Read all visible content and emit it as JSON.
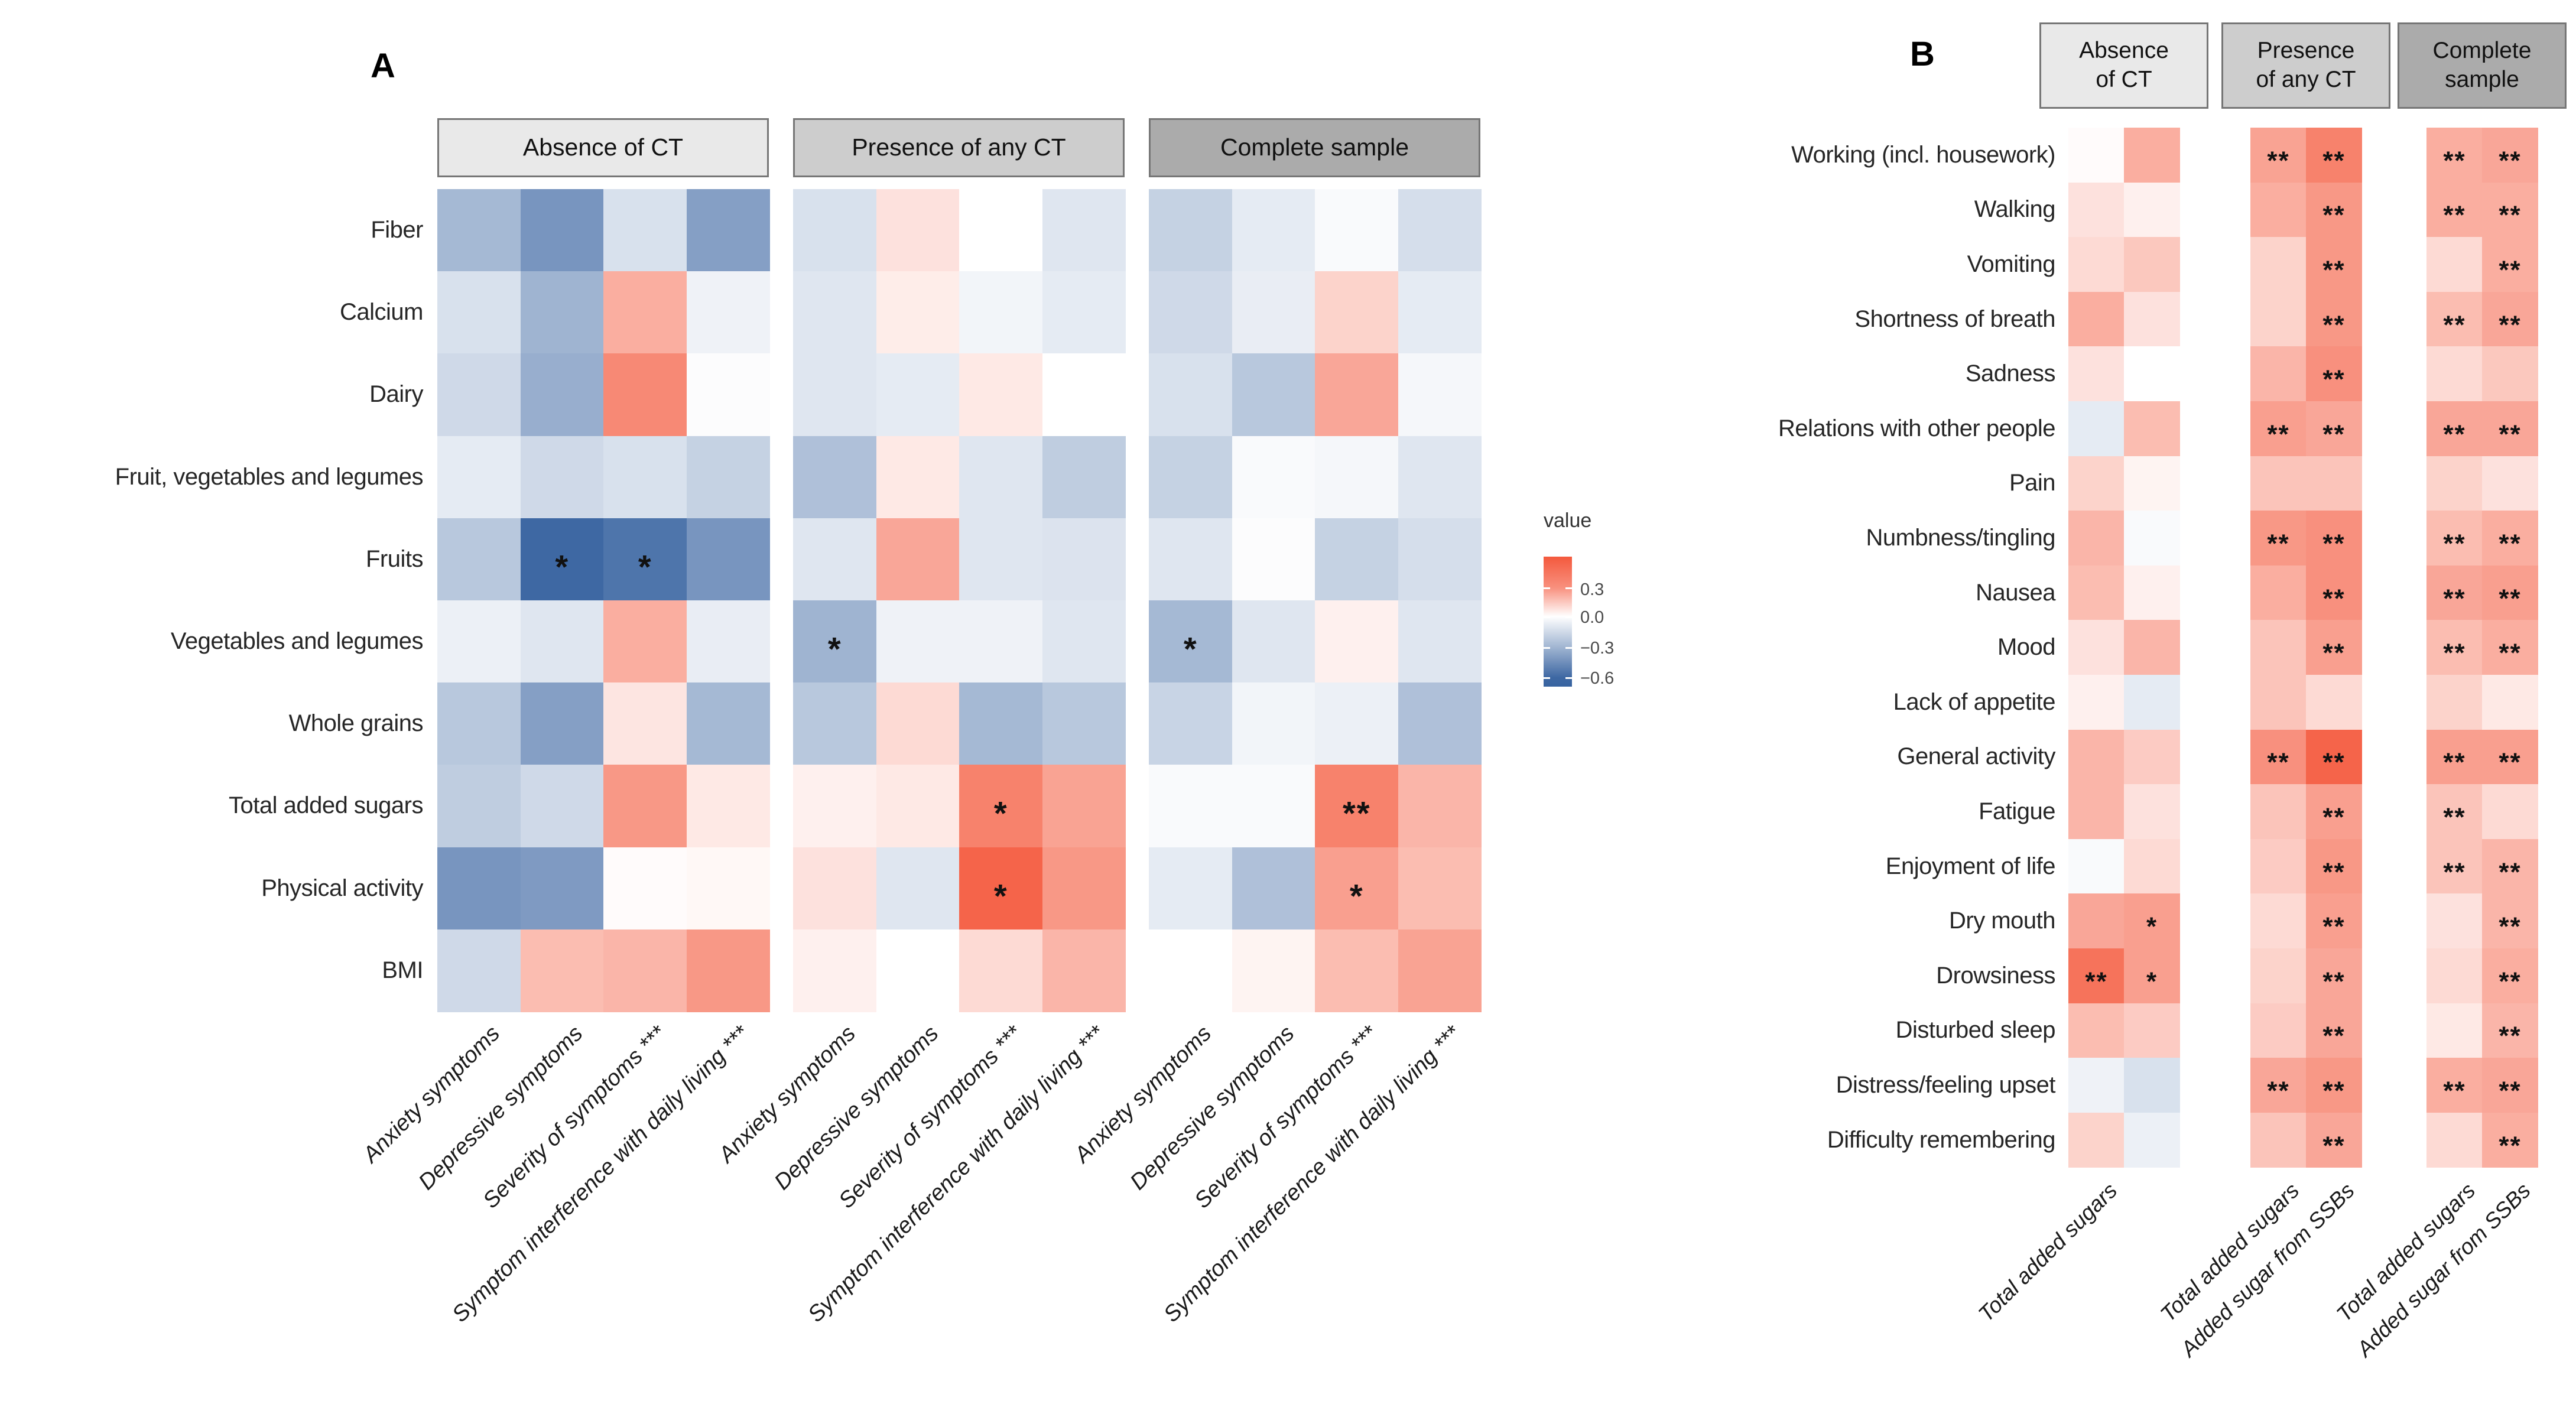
{
  "page": {
    "background": "#ffffff"
  },
  "legend": {
    "title": "value",
    "ticks": [
      "0.3",
      "0.0",
      "−0.3",
      "−0.6"
    ]
  },
  "chart_data": [
    {
      "id": "A",
      "type": "heatmap",
      "panel_label": "A",
      "grid": "off",
      "legend_position": "right-of-panel",
      "color_scale": {
        "positive_max": "#f4593d",
        "zero": "#ffffff",
        "negative_max": "#3863a0",
        "domain": [
          -0.62,
          0.45
        ],
        "legend_ticks": [
          0.3,
          0.0,
          -0.3,
          -0.6
        ]
      },
      "rows": [
        "Fiber",
        "Calcium",
        "Dairy",
        "Fruit, vegetables and legumes",
        "Fruits",
        "Vegetables and legumes",
        "Whole grains",
        "Total added sugars",
        "Physical activity",
        "BMI"
      ],
      "column_labels": [
        {
          "col": 0,
          "label": "Anxiety symptoms"
        },
        {
          "col": 1,
          "label": "Depressive symptoms"
        },
        {
          "col": 2,
          "label": "Severity of symptoms ***"
        },
        {
          "col": 3,
          "label": "Symptom interference with daily living ***"
        }
      ],
      "facets": [
        {
          "label": "Absence of CT",
          "strip_fill": "#e9e9e9",
          "matrix": [
            [
              -0.28,
              -0.42,
              -0.12,
              -0.38
            ],
            [
              -0.12,
              -0.3,
              0.22,
              -0.05
            ],
            [
              -0.15,
              -0.32,
              0.32,
              -0.01
            ],
            [
              -0.08,
              -0.15,
              -0.12,
              -0.18
            ],
            [
              -0.22,
              -0.6,
              -0.55,
              -0.42
            ],
            [
              -0.06,
              -0.1,
              0.22,
              -0.07
            ],
            [
              -0.22,
              -0.38,
              0.07,
              -0.28
            ],
            [
              -0.2,
              -0.15,
              0.28,
              0.06
            ],
            [
              -0.42,
              -0.4,
              0.01,
              0.02
            ],
            [
              -0.15,
              0.18,
              0.2,
              0.28
            ]
          ],
          "stars": [
            [
              "",
              "",
              "",
              ""
            ],
            [
              "",
              "",
              "",
              ""
            ],
            [
              "",
              "",
              "",
              ""
            ],
            [
              "",
              "",
              "",
              ""
            ],
            [
              "",
              "*",
              "*",
              ""
            ],
            [
              "",
              "",
              "",
              ""
            ],
            [
              "",
              "",
              "",
              ""
            ],
            [
              "",
              "",
              "",
              ""
            ],
            [
              "",
              "",
              "",
              ""
            ],
            [
              "",
              "",
              "",
              ""
            ]
          ]
        },
        {
          "label": "Presence of any CT",
          "strip_fill": "#cdcdcd",
          "matrix": [
            [
              -0.12,
              0.08,
              0.0,
              -0.1
            ],
            [
              -0.1,
              0.05,
              -0.04,
              -0.08
            ],
            [
              -0.1,
              -0.08,
              0.06,
              0.0
            ],
            [
              -0.25,
              0.06,
              -0.1,
              -0.2
            ],
            [
              -0.1,
              0.24,
              -0.1,
              -0.11
            ],
            [
              -0.3,
              -0.05,
              -0.05,
              -0.1
            ],
            [
              -0.22,
              0.1,
              -0.28,
              -0.22
            ],
            [
              0.04,
              0.06,
              0.34,
              0.25
            ],
            [
              0.08,
              -0.1,
              0.42,
              0.28
            ],
            [
              0.04,
              0.0,
              0.1,
              0.2
            ]
          ],
          "stars": [
            [
              "",
              "",
              "",
              ""
            ],
            [
              "",
              "",
              "",
              ""
            ],
            [
              "",
              "",
              "",
              ""
            ],
            [
              "",
              "",
              "",
              ""
            ],
            [
              "",
              "",
              "",
              ""
            ],
            [
              "*",
              "",
              "",
              ""
            ],
            [
              "",
              "",
              "",
              ""
            ],
            [
              "",
              "",
              "*",
              ""
            ],
            [
              "",
              "",
              "*",
              ""
            ],
            [
              "",
              "",
              "",
              ""
            ]
          ]
        },
        {
          "label": "Complete sample",
          "strip_fill": "#ababab",
          "matrix": [
            [
              -0.18,
              -0.08,
              -0.02,
              -0.13
            ],
            [
              -0.15,
              -0.07,
              0.12,
              -0.08
            ],
            [
              -0.12,
              -0.22,
              0.24,
              -0.03
            ],
            [
              -0.18,
              -0.02,
              -0.03,
              -0.1
            ],
            [
              -0.1,
              -0.01,
              -0.18,
              -0.13
            ],
            [
              -0.28,
              -0.1,
              0.04,
              -0.1
            ],
            [
              -0.17,
              -0.04,
              -0.06,
              -0.25
            ],
            [
              -0.02,
              -0.02,
              0.34,
              0.2
            ],
            [
              -0.08,
              -0.25,
              0.26,
              0.18
            ],
            [
              0.0,
              0.03,
              0.18,
              0.25
            ]
          ],
          "stars": [
            [
              "",
              "",
              "",
              ""
            ],
            [
              "",
              "",
              "",
              ""
            ],
            [
              "",
              "",
              "",
              ""
            ],
            [
              "",
              "",
              "",
              ""
            ],
            [
              "",
              "",
              "",
              ""
            ],
            [
              "*",
              "",
              "",
              ""
            ],
            [
              "",
              "",
              "",
              ""
            ],
            [
              "",
              "",
              "**",
              ""
            ],
            [
              "",
              "",
              "*",
              ""
            ],
            [
              "",
              "",
              "",
              ""
            ]
          ]
        }
      ]
    },
    {
      "id": "B",
      "type": "heatmap",
      "panel_label": "B",
      "grid": "off",
      "color_scale": {
        "positive_max": "#f4593d",
        "zero": "#ffffff",
        "negative_max": "#3863a0",
        "domain": [
          -0.62,
          0.45
        ]
      },
      "rows": [
        "Working (incl. housework)",
        "Walking",
        "Vomiting",
        "Shortness of breath",
        "Sadness",
        "Relations with other people",
        "Pain",
        "Numbness/tingling",
        "Nausea",
        "Mood",
        "Lack of appetite",
        "General activity",
        "Fatigue",
        "Enjoyment of life",
        "Dry mouth",
        "Drowsiness",
        "Disturbed sleep",
        "Distress/feeling upset",
        "Difficulty remembering"
      ],
      "facets": [
        {
          "label": "Absence\nof CT",
          "strip_fill": "#e9e9e9",
          "column_labels": [
            {
              "col": 0,
              "label": "Total added sugars"
            }
          ],
          "matrix": [
            [
              0.01,
              0.22
            ],
            [
              0.08,
              0.04
            ],
            [
              0.1,
              0.15
            ],
            [
              0.22,
              0.08
            ],
            [
              0.08,
              0.0
            ],
            [
              -0.08,
              0.18
            ],
            [
              0.12,
              0.03
            ],
            [
              0.2,
              -0.02
            ],
            [
              0.18,
              0.04
            ],
            [
              0.08,
              0.2
            ],
            [
              0.04,
              -0.08
            ],
            [
              0.2,
              0.14
            ],
            [
              0.2,
              0.08
            ],
            [
              -0.02,
              0.1
            ],
            [
              0.24,
              0.26
            ],
            [
              0.38,
              0.26
            ],
            [
              0.18,
              0.14
            ],
            [
              -0.05,
              -0.12
            ],
            [
              0.12,
              -0.06
            ]
          ],
          "stars": [
            [
              "",
              ""
            ],
            [
              "",
              ""
            ],
            [
              "",
              ""
            ],
            [
              "",
              ""
            ],
            [
              "",
              ""
            ],
            [
              "",
              ""
            ],
            [
              "",
              ""
            ],
            [
              "",
              ""
            ],
            [
              "",
              ""
            ],
            [
              "",
              ""
            ],
            [
              "",
              ""
            ],
            [
              "",
              ""
            ],
            [
              "",
              ""
            ],
            [
              "",
              ""
            ],
            [
              "",
              "*"
            ],
            [
              "**",
              "*"
            ],
            [
              "",
              ""
            ],
            [
              "",
              ""
            ],
            [
              "",
              ""
            ]
          ]
        },
        {
          "label": "Presence\nof any CT",
          "strip_fill": "#cdcdcd",
          "column_labels": [
            {
              "col": 0,
              "label": "Total added sugars"
            },
            {
              "col": 1,
              "label": "Added sugar from SSBs"
            }
          ],
          "matrix": [
            [
              0.25,
              0.34
            ],
            [
              0.22,
              0.28
            ],
            [
              0.12,
              0.28
            ],
            [
              0.12,
              0.28
            ],
            [
              0.2,
              0.3
            ],
            [
              0.26,
              0.24
            ],
            [
              0.16,
              0.16
            ],
            [
              0.28,
              0.3
            ],
            [
              0.22,
              0.3
            ],
            [
              0.16,
              0.26
            ],
            [
              0.16,
              0.1
            ],
            [
              0.3,
              0.42
            ],
            [
              0.16,
              0.26
            ],
            [
              0.14,
              0.28
            ],
            [
              0.1,
              0.26
            ],
            [
              0.12,
              0.24
            ],
            [
              0.14,
              0.24
            ],
            [
              0.24,
              0.28
            ],
            [
              0.16,
              0.24
            ]
          ],
          "stars": [
            [
              "**",
              "**"
            ],
            [
              "",
              "**"
            ],
            [
              "",
              "**"
            ],
            [
              "",
              "**"
            ],
            [
              "",
              "**"
            ],
            [
              "**",
              "**"
            ],
            [
              "",
              ""
            ],
            [
              "**",
              "**"
            ],
            [
              "",
              "**"
            ],
            [
              "",
              "**"
            ],
            [
              "",
              ""
            ],
            [
              "**",
              "**"
            ],
            [
              "",
              "**"
            ],
            [
              "",
              "**"
            ],
            [
              "",
              "**"
            ],
            [
              "",
              "**"
            ],
            [
              "",
              "**"
            ],
            [
              "**",
              "**"
            ],
            [
              "",
              "**"
            ]
          ]
        },
        {
          "label": "Complete\nsample",
          "strip_fill": "#ababab",
          "column_labels": [
            {
              "col": 0,
              "label": "Total added sugars"
            },
            {
              "col": 1,
              "label": "Added sugar from SSBs"
            }
          ],
          "matrix": [
            [
              0.22,
              0.24
            ],
            [
              0.22,
              0.22
            ],
            [
              0.1,
              0.22
            ],
            [
              0.18,
              0.24
            ],
            [
              0.1,
              0.15
            ],
            [
              0.24,
              0.24
            ],
            [
              0.12,
              0.08
            ],
            [
              0.18,
              0.22
            ],
            [
              0.24,
              0.26
            ],
            [
              0.18,
              0.22
            ],
            [
              0.12,
              0.06
            ],
            [
              0.26,
              0.26
            ],
            [
              0.16,
              0.1
            ],
            [
              0.16,
              0.2
            ],
            [
              0.08,
              0.2
            ],
            [
              0.1,
              0.22
            ],
            [
              0.06,
              0.2
            ],
            [
              0.22,
              0.24
            ],
            [
              0.1,
              0.22
            ]
          ],
          "stars": [
            [
              "**",
              "**"
            ],
            [
              "**",
              "**"
            ],
            [
              "",
              "**"
            ],
            [
              "**",
              "**"
            ],
            [
              "",
              ""
            ],
            [
              "**",
              "**"
            ],
            [
              "",
              ""
            ],
            [
              "**",
              "**"
            ],
            [
              "**",
              "**"
            ],
            [
              "**",
              "**"
            ],
            [
              "",
              ""
            ],
            [
              "**",
              "**"
            ],
            [
              "**",
              ""
            ],
            [
              "**",
              "**"
            ],
            [
              "",
              "**"
            ],
            [
              "",
              "**"
            ],
            [
              "",
              "**"
            ],
            [
              "**",
              "**"
            ],
            [
              "",
              "**"
            ]
          ]
        }
      ]
    }
  ]
}
